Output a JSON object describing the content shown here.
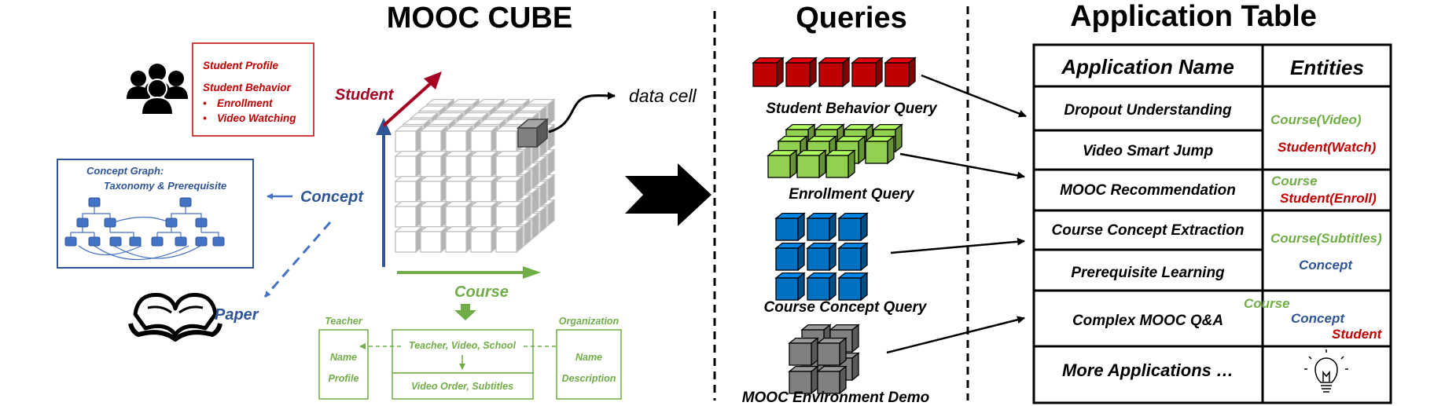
{
  "titles": {
    "mooc_cube": "MOOC CUBE",
    "queries": "Queries",
    "application_table": "Application Table"
  },
  "student_profile_box": {
    "line1": "Student Profile",
    "line2": "Student Behavior",
    "bullets": [
      "Enrollment",
      "Video Watching"
    ]
  },
  "concept_graph_box": {
    "line1": "Concept Graph:",
    "line2": "Taxonomy  & Prerequisite"
  },
  "cube": {
    "student_label": "Student",
    "concept_label": "Concept",
    "course_label": "Course",
    "paper_label": "Paper",
    "data_cell_label": "data cell"
  },
  "course_details": {
    "teacher_title": "Teacher",
    "teacher_lines": [
      "Name",
      "Profile"
    ],
    "center_top": "Teacher, Video, School",
    "center_bottom": "Video Order, Subtitles",
    "organization_title": "Organization",
    "organization_lines": [
      "Name",
      "Description"
    ]
  },
  "queries": [
    {
      "label": "Student Behavior Query",
      "color": "#c00000"
    },
    {
      "label": "Enrollment Query",
      "color": "#92d050"
    },
    {
      "label": "Course Concept Query",
      "color": "#0070c0"
    },
    {
      "label": "MOOC Environment Demo",
      "color": "#808080"
    }
  ],
  "table": {
    "headers": [
      "Application Name",
      "Entities"
    ],
    "applications": [
      "Dropout Understanding",
      "Video Smart Jump",
      "MOOC Recommendation",
      "Course Concept Extraction",
      "Prerequisite Learning",
      "Complex MOOC Q&A",
      "More  Applications …"
    ],
    "entities": {
      "group1": [
        {
          "text": "Course(Video)",
          "color": "#70ad47"
        },
        {
          "text": "Student(Watch)",
          "color": "#c00000"
        }
      ],
      "group2": [
        {
          "text": "Course",
          "color": "#70ad47"
        },
        {
          "text": "Student(Enroll)",
          "color": "#c00000"
        }
      ],
      "group3": [
        {
          "text": "Course(Subtitles)",
          "color": "#70ad47"
        },
        {
          "text": "Concept",
          "color": "#2f5597"
        }
      ],
      "group4": [
        {
          "text": "Course",
          "color": "#70ad47"
        },
        {
          "text": "Concept",
          "color": "#2f5597"
        },
        {
          "text": "Student",
          "color": "#c00000"
        }
      ]
    }
  },
  "colors": {
    "student": "#a50021",
    "concept": "#2f5597",
    "course": "#70ad47",
    "cube_line": "#bfbfbf",
    "data_cell": "#808080"
  },
  "icons": [
    "users-icon",
    "book-icon",
    "lightbulb-icon"
  ]
}
